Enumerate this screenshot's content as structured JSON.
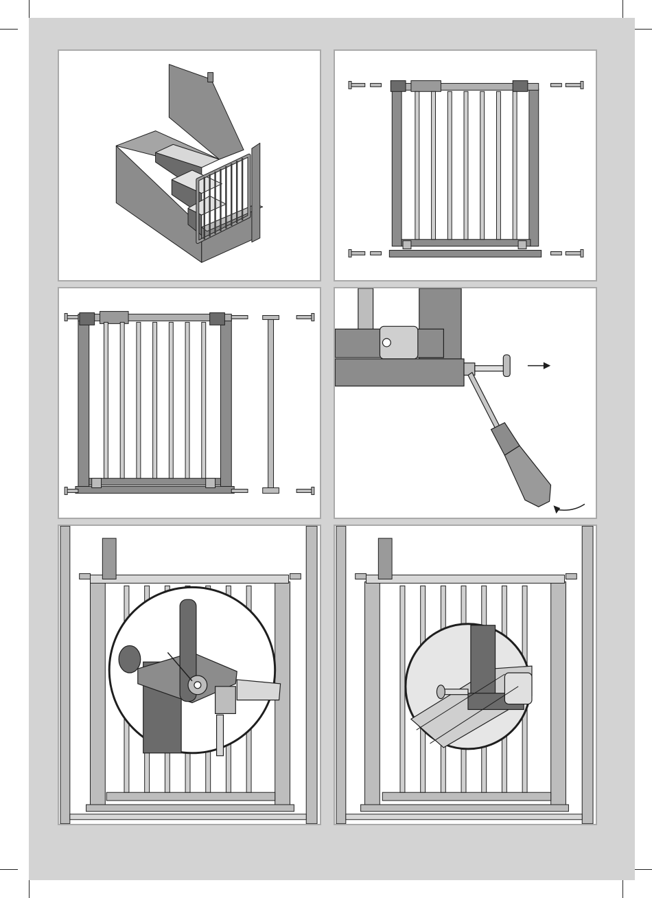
{
  "document": {
    "type": "assembly-instructions-page",
    "panel_count": 6,
    "colors": {
      "sheet_background": "#d3d3d3",
      "panel_background": "#ffffff",
      "panel_border": "#a9a9a9",
      "gate_metal": "#8c8c8c",
      "gate_dark": "#5e5e5e",
      "outline": "#1e1e1e"
    }
  },
  "panels": [
    {
      "id": "stairs-overview",
      "icon": "staircase-with-gate-illustration"
    },
    {
      "id": "gate-with-spindles",
      "icon": "gate-exploded-spindles-illustration"
    },
    {
      "id": "gate-with-extension",
      "icon": "gate-extension-illustration"
    },
    {
      "id": "screwdriver-adjust",
      "icon": "screwdriver-tightening-illustration"
    },
    {
      "id": "lock-detail",
      "icon": "lock-mechanism-zoom-illustration"
    },
    {
      "id": "foot-detail",
      "icon": "bottom-spindle-zoom-illustration"
    }
  ]
}
